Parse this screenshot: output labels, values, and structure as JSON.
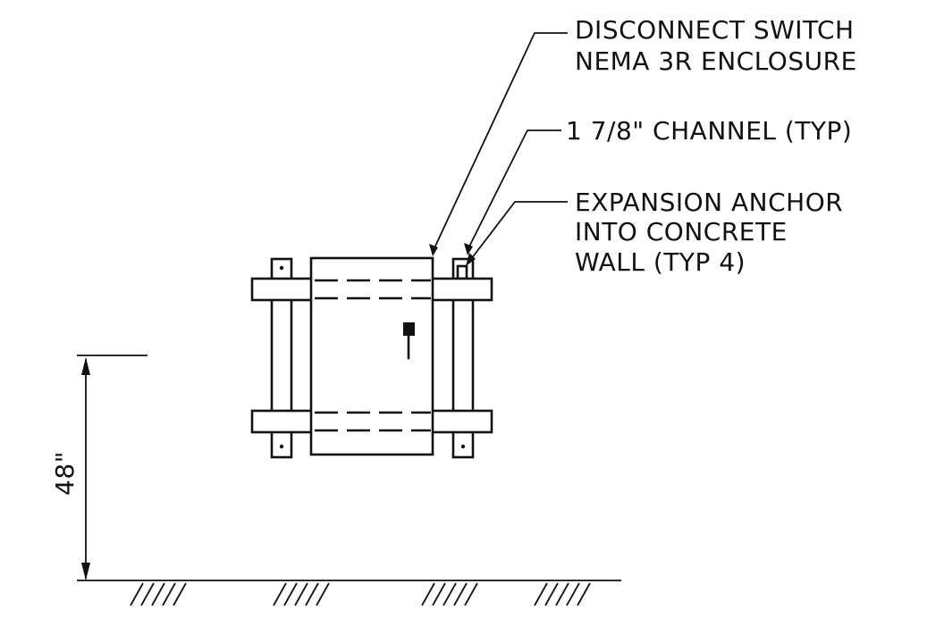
{
  "labels": {
    "disconnect_line1": "DISCONNECT SWITCH",
    "disconnect_line2": "NEMA 3R ENCLOSURE",
    "channel": "1 7/8\" CHANNEL (TYP)",
    "anchor_line1": "EXPANSION ANCHOR",
    "anchor_line2": "INTO CONCRETE",
    "anchor_line3": "WALL (TYP 4)"
  },
  "dimension": {
    "height": "48\""
  },
  "colors": {
    "ink": "#111111",
    "paper": "#ffffff"
  }
}
